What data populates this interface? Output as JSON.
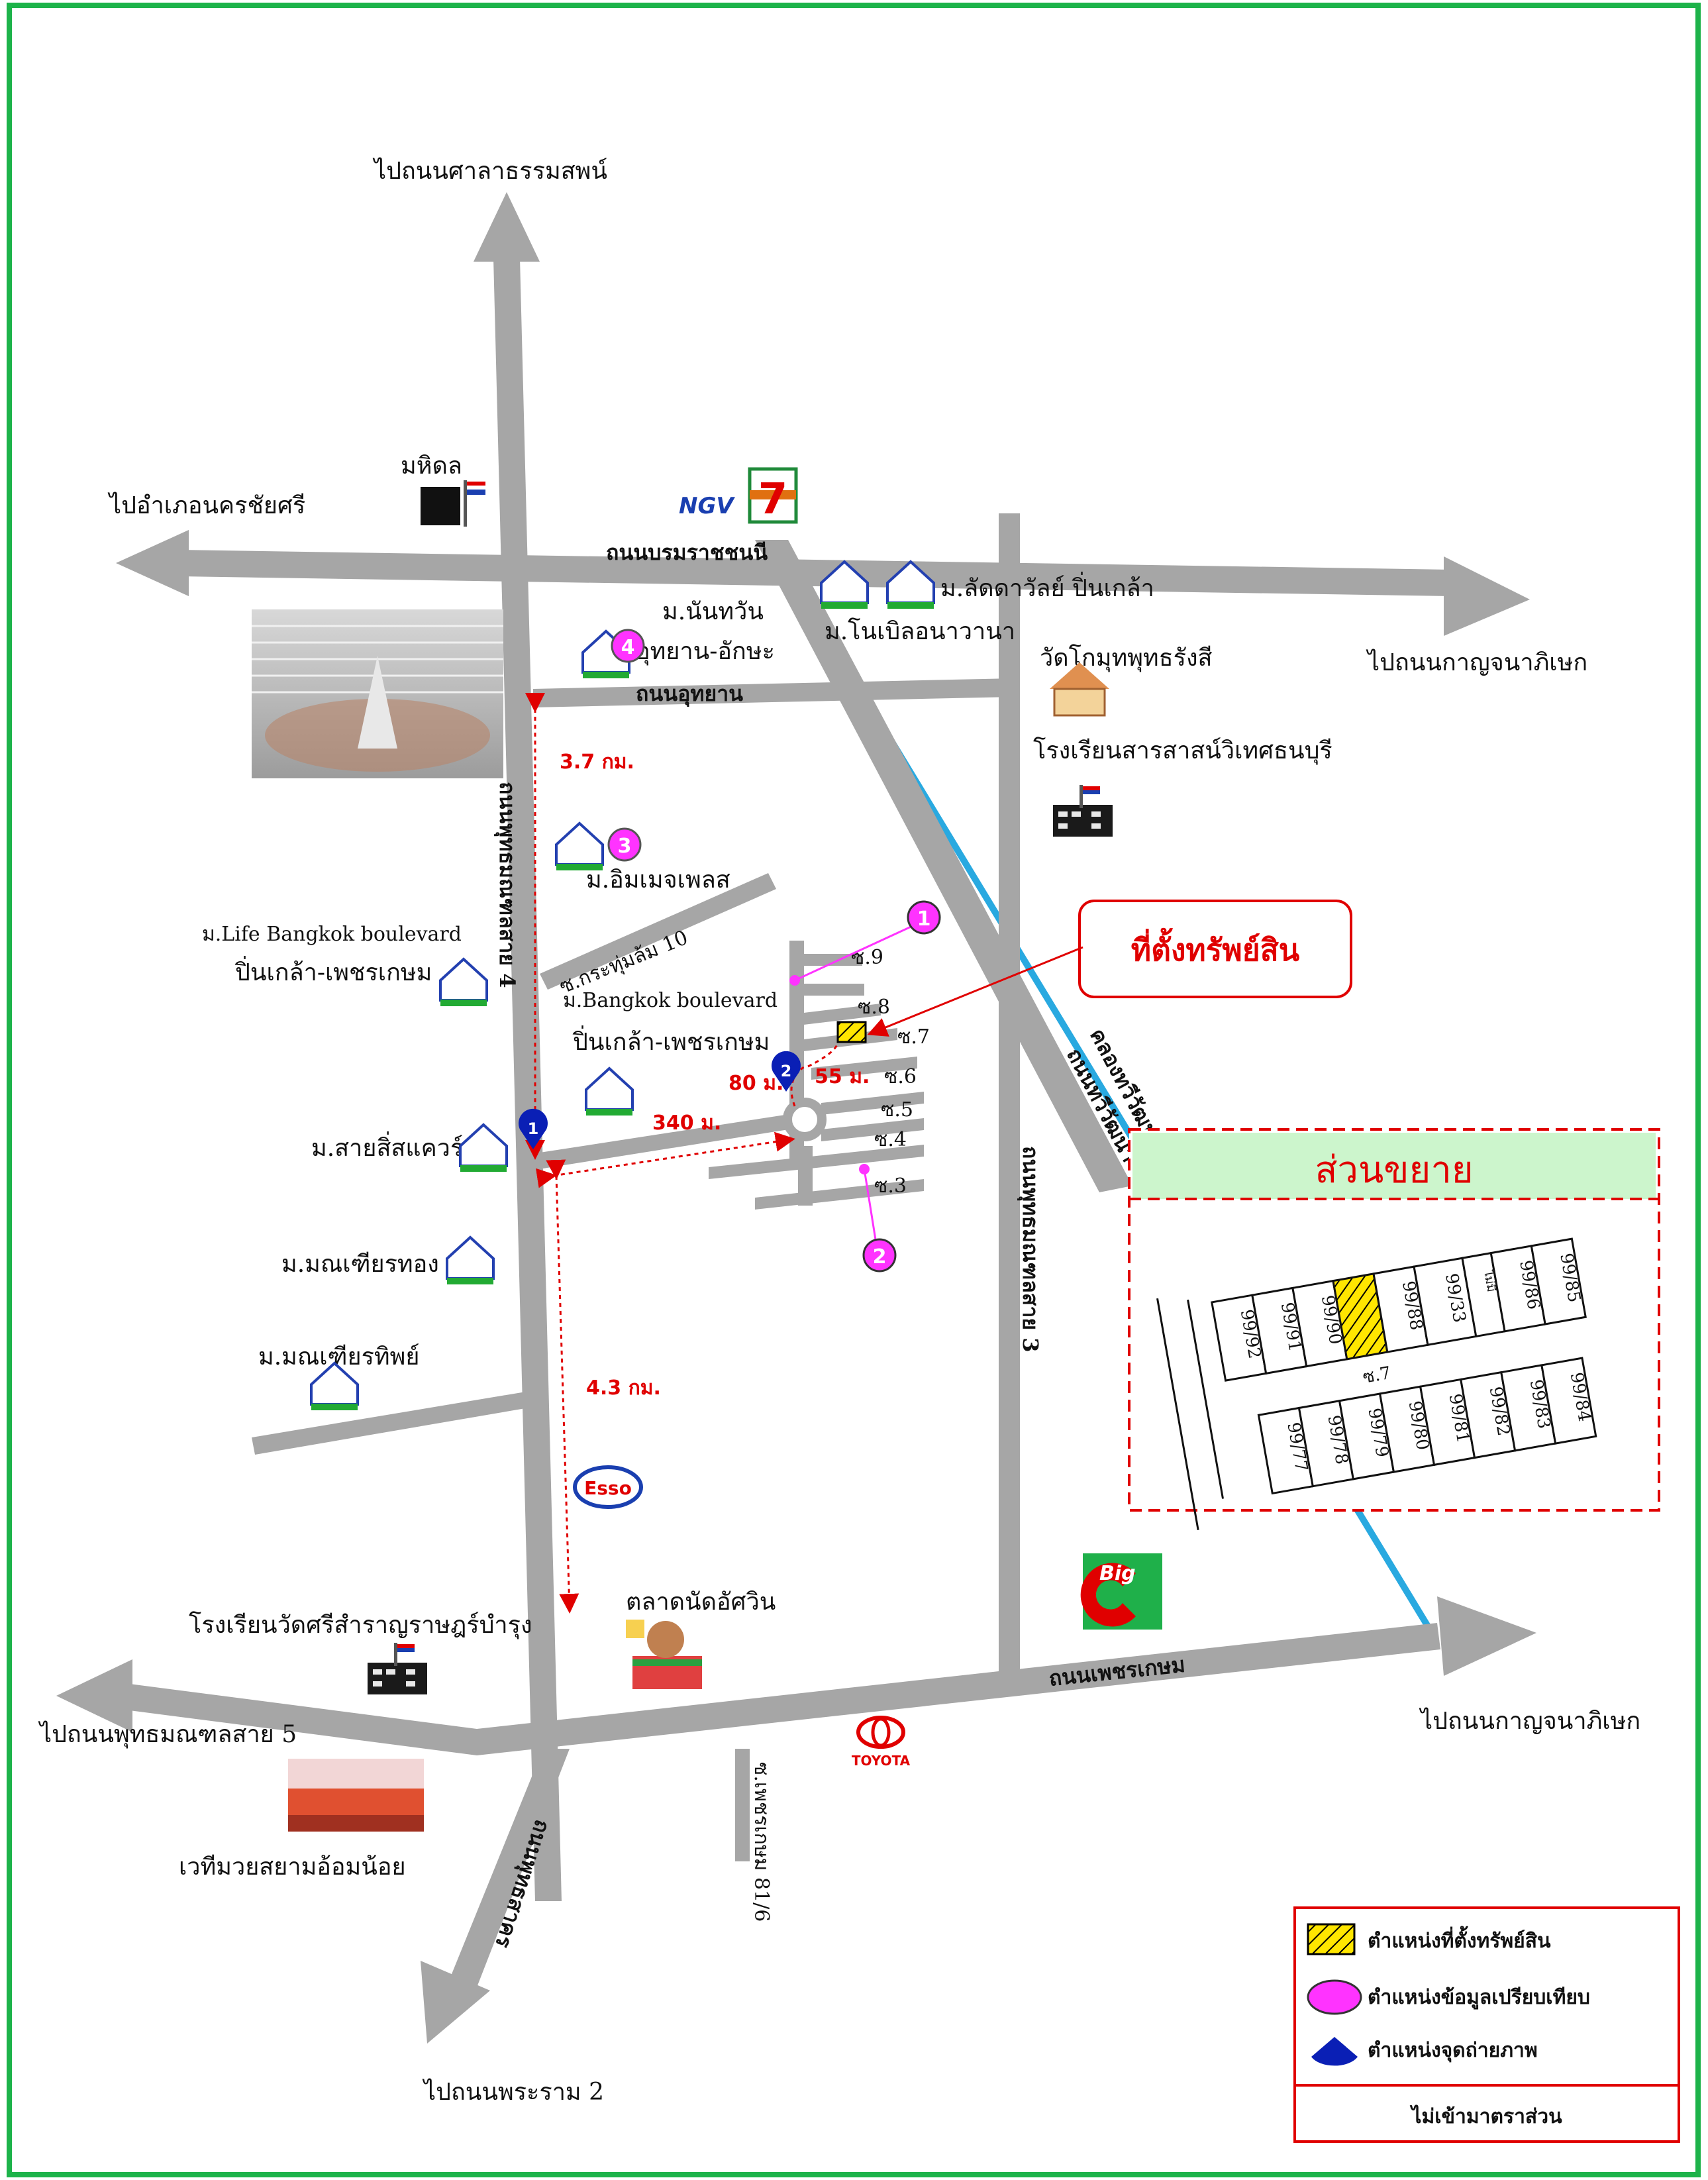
{
  "title_box": "ที่ตั้งทรัพย์สิน",
  "directions": {
    "north": "ไปถนนศาลาธรรมสพน์",
    "west_top": "ไปอำเภอนครชัยศรี",
    "east_top": "ไปถนนกาญจนาภิเษก",
    "east_bottom": "ไปถนนกาญจนาภิเษก",
    "west_bottom": "ไปถนนพุทธมณฑลสาย 5",
    "south": "ไปถนนพระราม 2"
  },
  "roads": {
    "borommaratchachonnani": "ถนนบรมราชชนนี",
    "utthayan": "ถนนอุทยาน",
    "phutthamonthon4": "ถนนพุทธมณฑลสาย 4",
    "phutthamonthon3": "ถนนพุทธมณฑลสาย 3",
    "petchkasem": "ถนนเพชรเกษม",
    "phutthasakhon": "ถนนพุทธสาคร",
    "thawiwatthana": "ถนนทวีวัฒนา",
    "canal": "คลองทวีวัฒนา",
    "kratumlom10": "ซ.กระทุ่มล้ม 10",
    "petchkasem81": "ซ.เพชรเกษม 81/6"
  },
  "places": {
    "mahidol": "มหิดล",
    "lalda": "ม.ลัดดาวัลย์ ปิ่นเกล้า",
    "noble": "ม.โนเบิลอนาวานา",
    "nanthawan1": "ม.นันทวัน",
    "nanthawan2": "อุทยาน-อักษะ",
    "wat": "วัดโกมุทพุทธรังสี",
    "school1": "โรงเรียนสารสาสน์วิเทศธนบุรี",
    "image_place": "ม.อิมเมจเพลส",
    "life1": "ม.Life Bangkok boulevard",
    "life2": "ปิ่นเกล้า-เพชรเกษม",
    "bkb1": "ม.Bangkok boulevard",
    "bkb2": "ปิ่นเกล้า-เพชรเกษม",
    "saisin": "ม.สายสิ่สแควร์",
    "manee1": "ม.มณเฑียรทอง",
    "manee2": "ม.มณเฑียรทิพย์",
    "market": "ตลาดนัดอัศวิน",
    "school2": "โรงเรียนวัดศรีสำราญราษฎร์บำรุง",
    "boxing": "เวทีมวยสยามอ้อมน้อย",
    "esso": "Esso",
    "toyota": "TOYOTA",
    "bigc": "Big",
    "seven": "7"
  },
  "sois": [
    "ซ.9",
    "ซ.8",
    "ซ.7",
    "ซ.6",
    "ซ.5",
    "ซ.4",
    "ซ.3"
  ],
  "distances": {
    "d1": "3.7 กม.",
    "d2": "4.3 กม.",
    "d3": "340 ม.",
    "d4": "80 ม.",
    "d5": "55 ม."
  },
  "markers": {
    "m1": "1",
    "m2": "2",
    "m3": "3",
    "m4": "4",
    "p1": "1",
    "p2": "2"
  },
  "inset": {
    "title": "ส่วนขยาย",
    "soi": "ซ.7",
    "top_row": [
      "99/92",
      "99/91",
      "99/90",
      "",
      "99/88",
      "99/33",
      "ไม่มี",
      "99/86",
      "99/85"
    ],
    "bottom_row": [
      "99/77",
      "99/78",
      "99/79",
      "99/80",
      "99/81",
      "99/82",
      "99/83",
      "99/84"
    ]
  },
  "legend": {
    "item1": "ตำแหน่งที่ตั้งทรัพย์สิน",
    "item2": "ตำแหน่งข้อมูลเปรียบเทียบ",
    "item3": "ตำแหน่งจุดถ่ายภาพ",
    "note": "ไม่เข้ามาตราส่วน"
  },
  "colors": {
    "frame": "#1db34a",
    "road": "#a6a6a6",
    "canal": "#29a9e0",
    "accent": "#e00000",
    "comparison": "#ff33ff",
    "photo": "#0a1fb5",
    "property": "#ffe600",
    "inset_header": "#ccf5cc"
  }
}
